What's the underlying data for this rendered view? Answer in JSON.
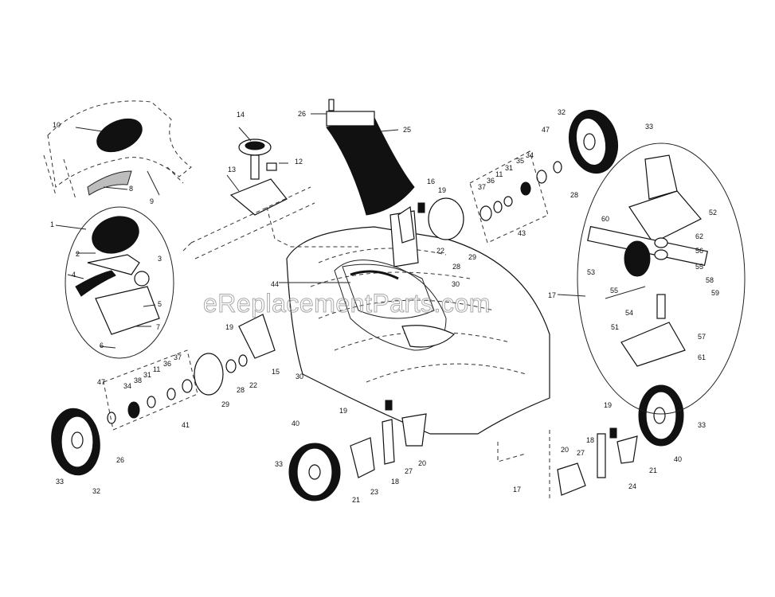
{
  "watermark": "eReplacementParts.com",
  "callouts": {
    "c_10": "10",
    "c_8": "8",
    "c_9": "9",
    "c_1": "1",
    "c_2": "2",
    "c_3": "3",
    "c_4": "4",
    "c_5": "5",
    "c_7": "7",
    "c_6": "6",
    "c_14": "14",
    "c_12": "12",
    "c_13": "13",
    "c_26": "26",
    "c_25": "25",
    "c_16": "16",
    "c_19a": "19",
    "c_22a": "22",
    "c_28a": "28",
    "c_29a": "29",
    "c_30a": "30",
    "c_44": "44",
    "c_19b": "19",
    "c_15": "15",
    "c_30b": "30",
    "c_32a": "32",
    "c_33a": "33",
    "c_47a": "47",
    "c_28b": "28",
    "c_37a": "37",
    "c_36a": "36",
    "c_11a": "11",
    "c_31a": "31",
    "c_35a": "35",
    "c_34a": "34",
    "c_43": "43",
    "c_52": "52",
    "c_60": "60",
    "c_62": "62",
    "c_56a": "56",
    "c_55a": "55",
    "c_53": "53",
    "c_55b": "55",
    "c_17a": "17",
    "c_58": "58",
    "c_59": "59",
    "c_54": "54",
    "c_51": "51",
    "c_57": "57",
    "c_61": "61",
    "c_47b": "47",
    "c_34b": "34",
    "c_38b": "38",
    "c_31b": "31",
    "c_11b": "11",
    "c_36b": "36",
    "c_37b": "37",
    "c_41": "41",
    "c_29b": "29",
    "c_28c": "28",
    "c_22b": "22",
    "c_26b": "26",
    "c_33b": "33",
    "c_32b": "32",
    "c_19c": "19",
    "c_40a": "40",
    "c_33c": "33",
    "c_21a": "21",
    "c_23": "23",
    "c_18a": "18",
    "c_27a": "27",
    "c_20a": "20",
    "c_17b": "17",
    "c_20b": "20",
    "c_27b": "27",
    "c_18b": "18",
    "c_19d": "19",
    "c_24": "24",
    "c_21b": "21",
    "c_40b": "40",
    "c_33d": "33"
  }
}
